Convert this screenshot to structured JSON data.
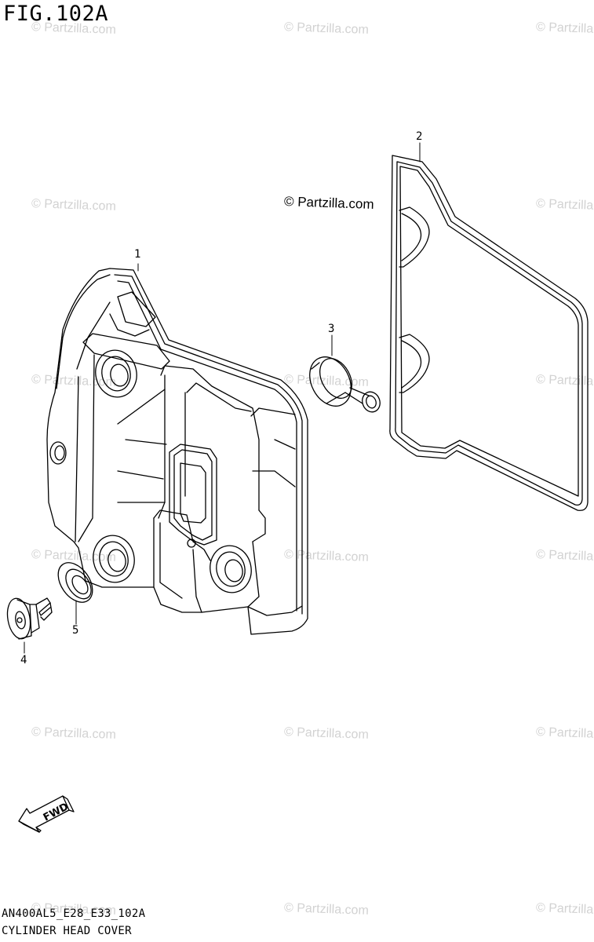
{
  "figure": {
    "title": "FIG.102A"
  },
  "watermark": {
    "text": "© Partzilla.com"
  },
  "credit": {
    "text": "© Partzilla.com"
  },
  "callouts": [
    "1",
    "2",
    "3",
    "4",
    "5"
  ],
  "fwd_label": "FWD",
  "footer": {
    "code": "AN400AL5_E28_E33_102A",
    "caption": "CYLINDER HEAD COVER"
  }
}
